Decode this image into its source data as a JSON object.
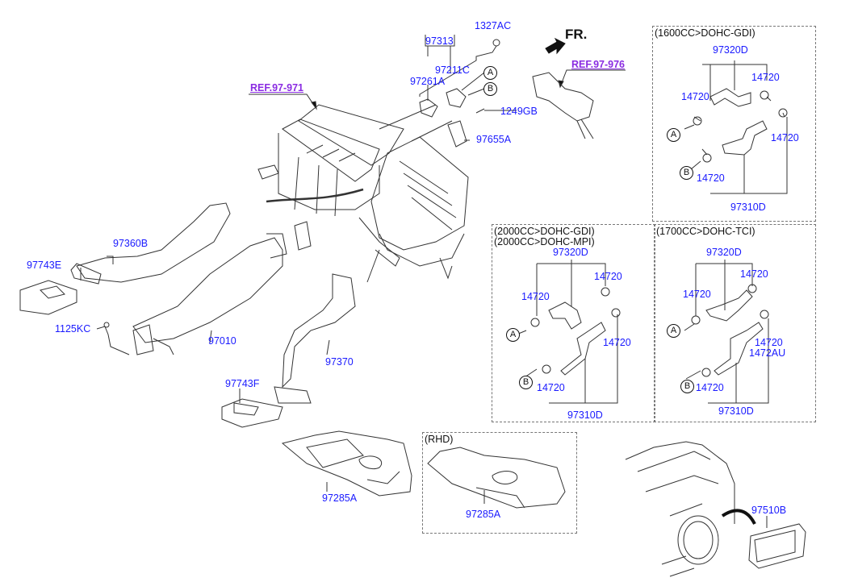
{
  "diagram": {
    "orientation": {
      "label": "FR."
    },
    "references": [
      {
        "id": "ref-97-971",
        "text": "REF.97-971"
      },
      {
        "id": "ref-97-976",
        "text": "REF.97-976"
      }
    ],
    "main_parts": {
      "p1327AC": "1327AC",
      "p97313": "97313",
      "p97211C": "97211C",
      "p97261A": "97261A",
      "p1249GB": "1249GB",
      "p97655A": "97655A",
      "p97360B": "97360B",
      "p97743E": "97743E",
      "p1125KC": "1125KC",
      "p97010": "97010",
      "p97370": "97370",
      "p97743F": "97743F",
      "p97285A": "97285A",
      "p97510B": "97510B"
    },
    "connectors": {
      "a": "A",
      "b": "B"
    },
    "variant_boxes": [
      {
        "captions": [
          "(1600CC>DOHC-GDI)"
        ],
        "hose_upper": "97320D",
        "hose_lower": "97310D",
        "clamp_labels": [
          "14720",
          "14720",
          "14720",
          "14720"
        ]
      },
      {
        "captions": [
          "(2000CC>DOHC-GDI)",
          "(2000CC>DOHC-MPI)"
        ],
        "hose_upper": "97320D",
        "hose_lower": "97310D",
        "clamp_labels": [
          "14720",
          "14720",
          "14720",
          "14720"
        ]
      },
      {
        "captions": [
          "(1700CC>DOHC-TCI)"
        ],
        "hose_upper": "97320D",
        "hose_lower": "97310D",
        "clamp_labels": [
          "14720",
          "14720",
          "14720",
          "14720"
        ],
        "extra_label": "1472AU"
      }
    ],
    "rhd_box": {
      "caption": "(RHD)",
      "part": "97285A"
    }
  }
}
